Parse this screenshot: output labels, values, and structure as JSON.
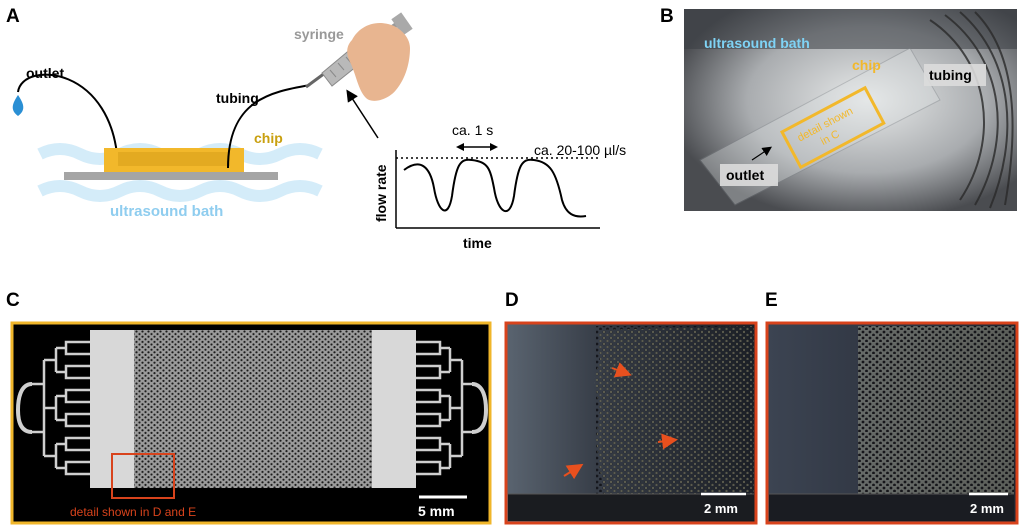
{
  "panels": {
    "a": {
      "label": "A",
      "outlet": "outlet",
      "syringe": "syringe",
      "tubing": "tubing",
      "chip": "chip",
      "bath": "ultrasound bath",
      "plot": {
        "ylabel": "flow rate",
        "xlabel": "time",
        "period": "ca. 1 s",
        "max_rate": "ca. 20-100 µl/s"
      }
    },
    "b": {
      "label": "B",
      "bath": "ultrasound bath",
      "chip": "chip",
      "tubing": "tubing",
      "outlet": "outlet",
      "detail_line1": "detail shown",
      "detail_line2": "in C"
    },
    "c": {
      "label": "C",
      "detail": "detail shown in D and E",
      "scale": "5 mm"
    },
    "d": {
      "label": "D",
      "scale": "2 mm"
    },
    "e": {
      "label": "E",
      "scale": "2 mm"
    }
  },
  "colors": {
    "chip": "#f2b82b",
    "chip_text": "#c9a010",
    "bath_text": "#8fcdef",
    "bath_wave": "#d4ecf9",
    "syringe_text": "#999999",
    "highlight_box": "#d8431c",
    "frame_c": "#f0b62a",
    "water_drop": "#2a8fd4",
    "hand": "#e8b590"
  }
}
